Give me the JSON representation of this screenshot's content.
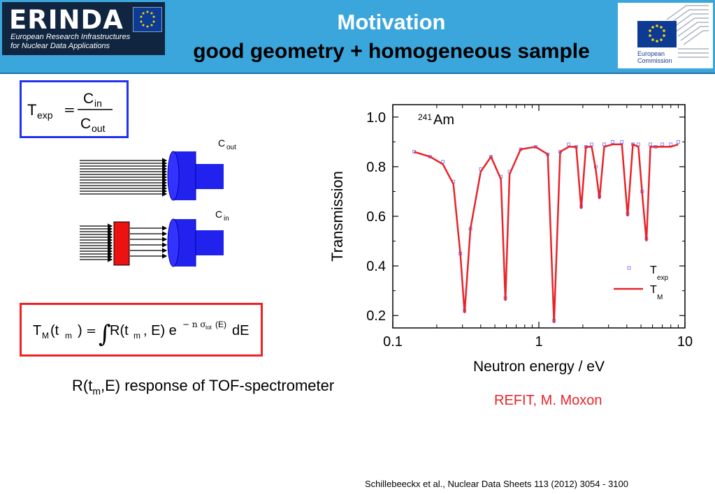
{
  "header": {
    "logo_word": "ERINDA",
    "logo_sub_line1": "European Research Infrastructures",
    "logo_sub_line2": "for Nuclear Data Applications",
    "title": "Motivation",
    "subtitle": "good geometry + homogeneous sample",
    "commission_line1": "European",
    "commission_line2": "Commission"
  },
  "equation1": {
    "lhs": "T",
    "lhs_sub": "exp",
    "num": "C",
    "num_sub": "in",
    "den": "C",
    "den_sub": "out"
  },
  "diagram": {
    "label_out": "C",
    "label_out_sub": "out",
    "label_in": "C",
    "label_in_sub": "in"
  },
  "equation2": {
    "lhs": "T",
    "lhs_sub": "M",
    "arg": "(t",
    "arg_sub": "m",
    "close": ")",
    "r": "R(t",
    "r_sub": "m",
    "r_rest": ", E) e",
    "exp": "− n σ",
    "exp_sub": "tot",
    "exp_rest": "(E)",
    "tail": "dE"
  },
  "response_text": {
    "pre": "R(t",
    "sub": "m",
    "post": ",E) response of TOF-spectrometer"
  },
  "refit_text": "REFIT, M. Moxon",
  "citation": "Schillebeeckx et al.,  Nuclear Data Sheets 113 (2012) 3054 - 3100",
  "chart_data": {
    "type": "line",
    "annotation": {
      "sup": "241",
      "text": "Am"
    },
    "xlabel": "Neutron energy / eV",
    "ylabel": "Transmission",
    "xscale": "log",
    "xlim": [
      0.1,
      10
    ],
    "ylim": [
      0.15,
      1.05
    ],
    "xticks": [
      "0.1",
      "1",
      "10"
    ],
    "yticks": [
      "0.2",
      "0.4",
      "0.6",
      "0.8",
      "1.0"
    ],
    "legend_placement": "bottom-right",
    "series": [
      {
        "name": "T",
        "name_sub": "exp",
        "style": "points",
        "color": "#6b6bff",
        "x": [
          0.14,
          0.18,
          0.22,
          0.26,
          0.29,
          0.31,
          0.34,
          0.4,
          0.47,
          0.55,
          0.59,
          0.63,
          0.75,
          0.95,
          1.15,
          1.27,
          1.4,
          1.6,
          1.8,
          1.95,
          2.1,
          2.3,
          2.45,
          2.6,
          2.8,
          3.2,
          3.7,
          4.05,
          4.4,
          4.8,
          5.1,
          5.45,
          5.8,
          6.3,
          7.0,
          8.0,
          9.0
        ],
        "y": [
          0.86,
          0.84,
          0.82,
          0.74,
          0.45,
          0.22,
          0.55,
          0.79,
          0.84,
          0.76,
          0.27,
          0.78,
          0.87,
          0.88,
          0.85,
          0.18,
          0.86,
          0.89,
          0.88,
          0.64,
          0.88,
          0.89,
          0.8,
          0.68,
          0.89,
          0.9,
          0.9,
          0.61,
          0.89,
          0.89,
          0.7,
          0.51,
          0.89,
          0.88,
          0.89,
          0.89,
          0.9
        ]
      },
      {
        "name": "T",
        "name_sub": "M",
        "style": "line",
        "color": "#e8242a",
        "x": [
          0.14,
          0.18,
          0.22,
          0.26,
          0.29,
          0.31,
          0.34,
          0.4,
          0.47,
          0.55,
          0.59,
          0.63,
          0.75,
          0.95,
          1.15,
          1.27,
          1.4,
          1.6,
          1.8,
          1.95,
          2.1,
          2.3,
          2.45,
          2.6,
          2.8,
          3.2,
          3.7,
          4.05,
          4.4,
          4.8,
          5.1,
          5.45,
          5.8,
          6.3,
          7.0,
          8.0,
          9.0
        ],
        "y": [
          0.86,
          0.84,
          0.81,
          0.73,
          0.45,
          0.21,
          0.55,
          0.78,
          0.84,
          0.75,
          0.26,
          0.77,
          0.87,
          0.88,
          0.85,
          0.17,
          0.86,
          0.88,
          0.88,
          0.63,
          0.88,
          0.88,
          0.79,
          0.67,
          0.88,
          0.89,
          0.89,
          0.6,
          0.89,
          0.88,
          0.69,
          0.5,
          0.88,
          0.88,
          0.88,
          0.88,
          0.89
        ]
      }
    ]
  }
}
